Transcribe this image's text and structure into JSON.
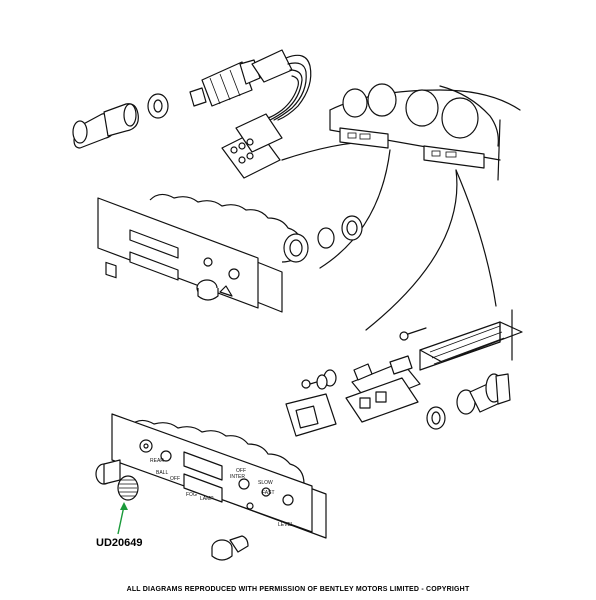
{
  "diagram": {
    "part_number": "UD20649",
    "copyright": "ALL DIAGRAMS REPRODUCED WITH PERMISSION OF BENTLEY MOTORS LIMITED - COPYRIGHT",
    "arrow_color": "#1a9a3a",
    "panel_labels": {
      "left_top": "REAR",
      "left_mid": "BALL",
      "left_low": "OFF",
      "mid_top": "INTER",
      "mid_top2": "OFF",
      "mid_low": "FOG",
      "mid_low2": "LAMP",
      "right_top": "SLOW",
      "right_mid": "FAST",
      "right_low": "LEVEL"
    }
  }
}
